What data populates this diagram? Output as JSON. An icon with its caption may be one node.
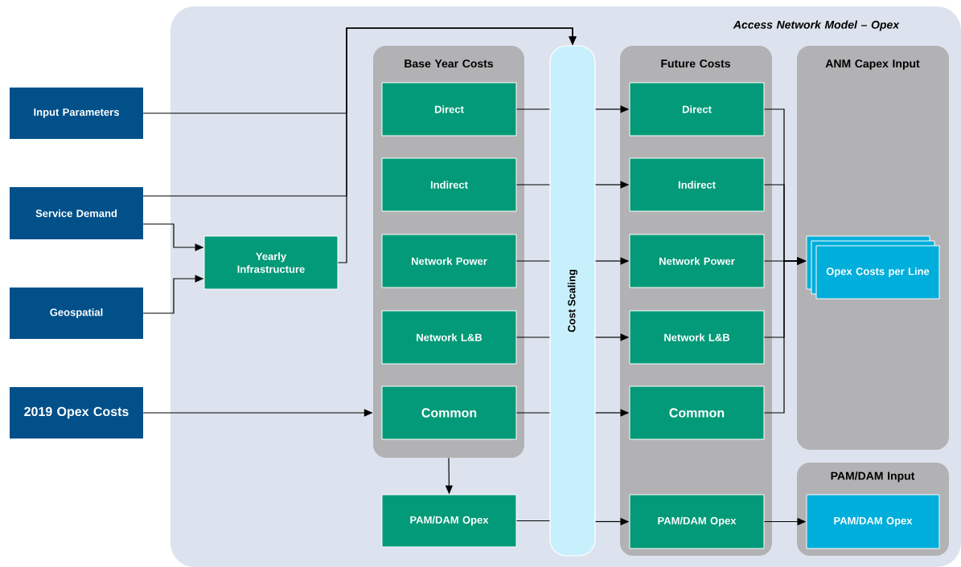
{
  "diagram": {
    "nodes": [
      {
        "text": [
          "Access Network Model – Opex"
        ]
      },
      {
        "text": [
          "Input Parameters"
        ]
      },
      {
        "text": [
          "Service Demand"
        ]
      },
      {
        "text": [
          "Geospatial"
        ]
      },
      {
        "text": [
          "2019 Opex Costs"
        ]
      },
      {
        "text": [
          "Yearly Infrastructure"
        ],
        "in": 0
      },
      {
        "text": [
          "Base Year Costs"
        ],
        "in": 0
      },
      {
        "text": [
          "Direct"
        ],
        "in": 6
      },
      {
        "text": [
          "Indirect"
        ],
        "in": 6
      },
      {
        "text": [
          "Network Power"
        ],
        "in": 6
      },
      {
        "text": [
          "Network L&B"
        ],
        "in": 6
      },
      {
        "text": [
          "Common"
        ],
        "in": 6
      },
      {
        "text": [
          "PAM/DAM Opex"
        ],
        "in": 0
      },
      {
        "text": [
          "Cost Scaling"
        ],
        "in": 0
      },
      {
        "text": [
          "Future Costs"
        ],
        "in": 0
      },
      {
        "text": [
          "Direct"
        ],
        "in": 14
      },
      {
        "text": [
          "Indirect"
        ],
        "in": 14
      },
      {
        "text": [
          "Network Power"
        ],
        "in": 14
      },
      {
        "text": [
          "Network L&B"
        ],
        "in": 14
      },
      {
        "text": [
          "Common"
        ],
        "in": 14
      },
      {
        "text": [
          "PAM/DAM Opex"
        ],
        "in": 14
      },
      {
        "text": [
          "ANM Capex Input"
        ],
        "in": 0
      },
      {
        "text": [
          "Opex Costs per Line"
        ],
        "in": 21
      },
      {
        "text": [
          "PAM/DAM Input"
        ],
        "in": 0
      },
      {
        "text": [
          "PAM/DAM Opex"
        ],
        "in": 23
      }
    ],
    "edges": [
      {
        "from": 1,
        "to": 13,
        "arrow": "to"
      },
      {
        "from": 2,
        "to": 13,
        "arrow": "to"
      },
      {
        "from": 5,
        "to": 13,
        "arrow": "to"
      },
      {
        "from": 2,
        "to": 5,
        "arrow": "to"
      },
      {
        "from": 3,
        "to": 5,
        "arrow": "to"
      },
      {
        "from": 4,
        "to": 6,
        "arrow": "to"
      },
      {
        "from": 6,
        "to": 12,
        "arrow": "to"
      },
      {
        "from": 7,
        "to": 13,
        "arrow": "none"
      },
      {
        "from": 8,
        "to": 13,
        "arrow": "none"
      },
      {
        "from": 9,
        "to": 13,
        "arrow": "none"
      },
      {
        "from": 10,
        "to": 13,
        "arrow": "none"
      },
      {
        "from": 11,
        "to": 13,
        "arrow": "none"
      },
      {
        "from": 12,
        "to": 13,
        "arrow": "none"
      },
      {
        "from": 13,
        "to": 15,
        "arrow": "to"
      },
      {
        "from": 13,
        "to": 16,
        "arrow": "to"
      },
      {
        "from": 13,
        "to": 17,
        "arrow": "to"
      },
      {
        "from": 13,
        "to": 18,
        "arrow": "to"
      },
      {
        "from": 13,
        "to": 19,
        "arrow": "to"
      },
      {
        "from": 13,
        "to": 20,
        "arrow": "to"
      },
      {
        "from": 15,
        "to": 22,
        "arrow": "to"
      },
      {
        "from": 16,
        "to": 22,
        "arrow": "to"
      },
      {
        "from": 17,
        "to": 22,
        "arrow": "to"
      },
      {
        "from": 18,
        "to": 22,
        "arrow": "to"
      },
      {
        "from": 19,
        "to": 22,
        "arrow": "to"
      },
      {
        "from": 20,
        "to": 24,
        "arrow": "to"
      }
    ]
  }
}
